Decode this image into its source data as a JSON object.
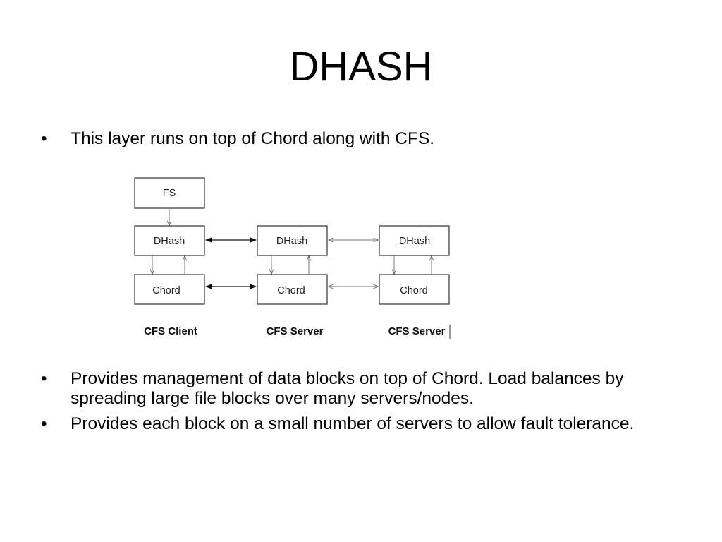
{
  "slide": {
    "title": "DHASH",
    "bullets_top": [
      "This layer runs on top of Chord along with CFS."
    ],
    "bullets_bottom": [
      "Provides management of data blocks on top of Chord. Load balances by spreading large file blocks over many servers/nodes.",
      "Provides each block on a small number of servers to allow fault tolerance."
    ],
    "bullet_glyph": "•"
  },
  "diagram": {
    "nodes": {
      "fs": "FS",
      "dhash_client": "DHash",
      "chord_client": "Chord",
      "dhash_server1": "DHash",
      "chord_server1": "Chord",
      "dhash_server2": "DHash",
      "chord_server2": "Chord"
    },
    "captions": {
      "client": "CFS Client",
      "server1": "CFS Server",
      "server2": "CFS Server"
    }
  }
}
